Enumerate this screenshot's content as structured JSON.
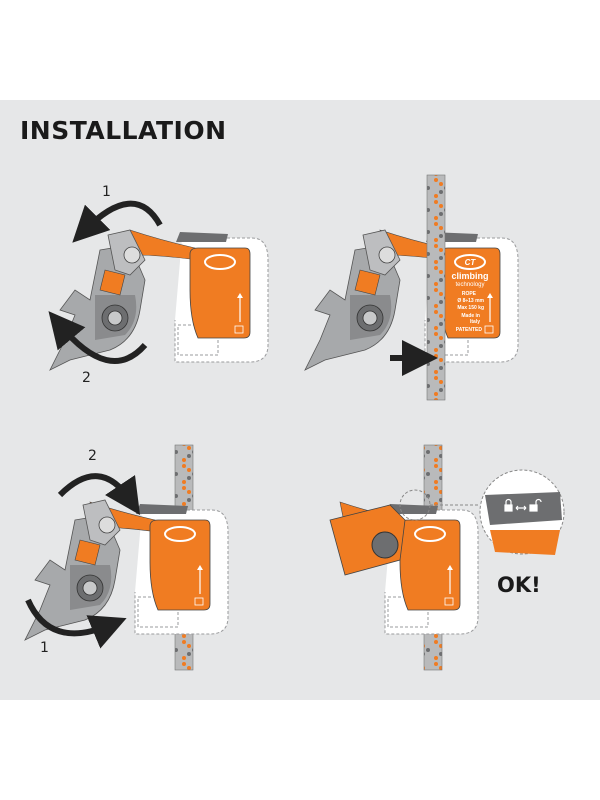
{
  "title": "INSTALLATION",
  "device_label": {
    "logo": "CT",
    "brand_line1": "climbing",
    "brand_line2": "technology",
    "rope": "ROPE",
    "diameter": "Ø 8÷13 mm",
    "max_load": "Max 150 kg",
    "made_in_1": "Made in",
    "made_in_2": "Italy",
    "patented": "PATENTED"
  },
  "steps": {
    "panel1_top": "1",
    "panel1_bottom": "2",
    "panel3_top": "2",
    "panel3_bottom": "1"
  },
  "result": "OK!",
  "colors": {
    "orange": "#f07c22",
    "gray": "#8a8b8d",
    "background": "#e6e7e8"
  }
}
